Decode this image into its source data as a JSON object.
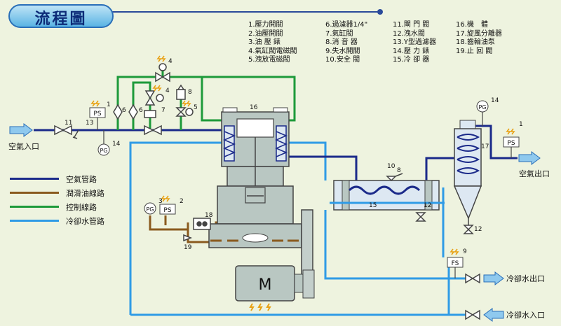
{
  "title": "流程圖",
  "components": [
    "1.壓力開關",
    "2.油壓開關",
    "3.油 壓 錶",
    "4.氣缸閥電磁閥",
    "5.洩放電磁閥",
    "6.過濾器1/4\"",
    "7.氣缸閥",
    "8.消 音 器",
    "9.失水開關",
    "10.安全 閥",
    "11.閘 門 閥",
    "12.洩水閥",
    "13.Y型過濾器",
    "14.壓 力 錶",
    "15.冷 卻 器",
    "16.機　體",
    "17.旋風分離器",
    "18.齒輪油泵",
    "19.止 回 閥"
  ],
  "line_legend": [
    {
      "label": "空氣管路",
      "color": "#1b2a8a"
    },
    {
      "label": "潤滑油線路",
      "color": "#8a5a1e"
    },
    {
      "label": "控制線路",
      "color": "#1d9a3a"
    },
    {
      "label": "冷卻水管路",
      "color": "#2f9be6"
    }
  ],
  "labels": {
    "air_in": "空氣入口",
    "air_out": "空氣出口",
    "water_out": "冷卻水出口",
    "water_in": "冷卻水入口",
    "motor": "M",
    "ps": "PS",
    "pg": "PG",
    "fs": "FS"
  },
  "callouts": {
    "n1": "1",
    "n2": "2",
    "n3": "3",
    "n4": "4",
    "n5": "5",
    "n6": "6",
    "n7": "7",
    "n8": "8",
    "n9": "9",
    "n10": "10",
    "n11": "11",
    "n12": "12",
    "n13": "13",
    "n14": "14",
    "n15": "15",
    "n16": "16",
    "n17": "17",
    "n18": "18",
    "n19": "19"
  },
  "colors": {
    "air": "#1b2a8a",
    "oil": "#8a5a1e",
    "control": "#1d9a3a",
    "water": "#2f9be6",
    "machine": "#b9c7c2",
    "background": "#eef3df"
  }
}
